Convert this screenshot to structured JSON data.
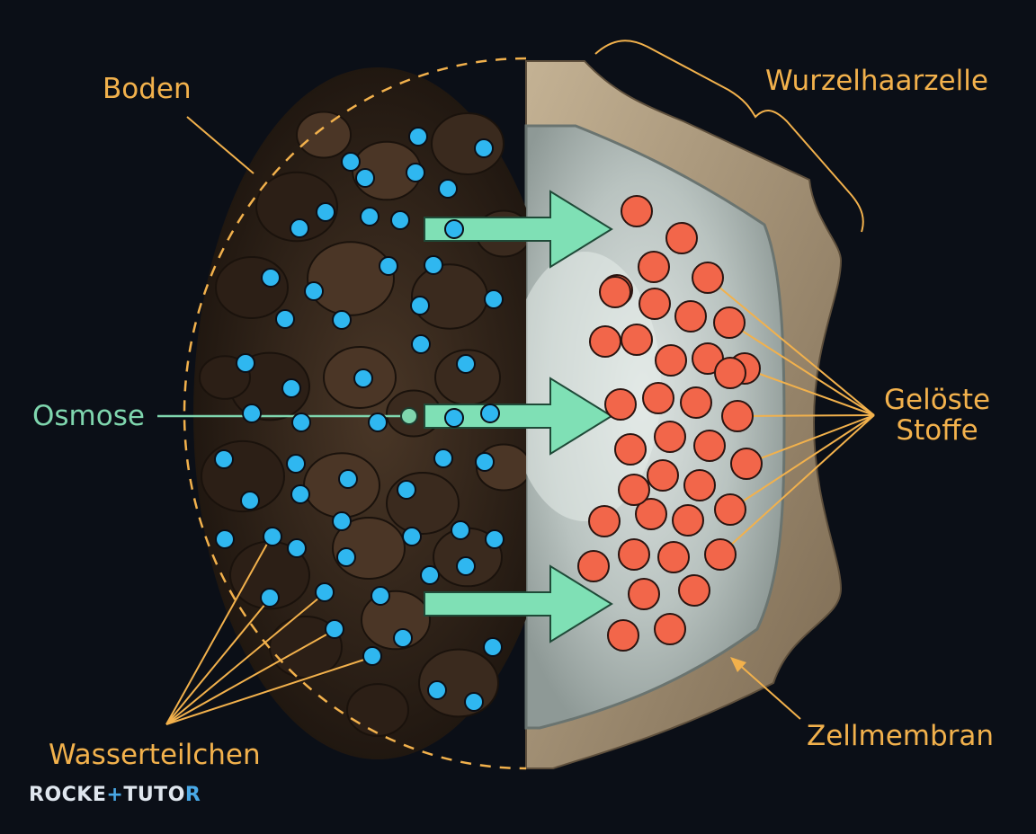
{
  "labels": {
    "boden": "Boden",
    "wurzelhaarzelle": "Wurzelhaarzelle",
    "osmose": "Osmose",
    "geloeste_stoffe_line1": "Gelöste",
    "geloeste_stoffe_line2": "Stoffe",
    "zellmembran": "Zellmembran",
    "wasserteilchen": "Wasserteilchen"
  },
  "logo": {
    "part1": "ROCKE",
    "plus": "+",
    "part2": "TUTO",
    "part3": "R"
  },
  "colors": {
    "background": "#0b0f17",
    "label_orange": "#f2b14c",
    "osmose_green": "#7fd6ae",
    "water_particle": "#2fb7f0",
    "solute_particle": "#f2664a",
    "arrow": "#7fe0b5",
    "soil": "#3a2a20",
    "cell_wall": "#a89478",
    "cytoplasm": "#c7cfcc"
  },
  "counts": {
    "water_particles": 56,
    "solute_particles": 38,
    "osmosis_arrows": 3
  }
}
